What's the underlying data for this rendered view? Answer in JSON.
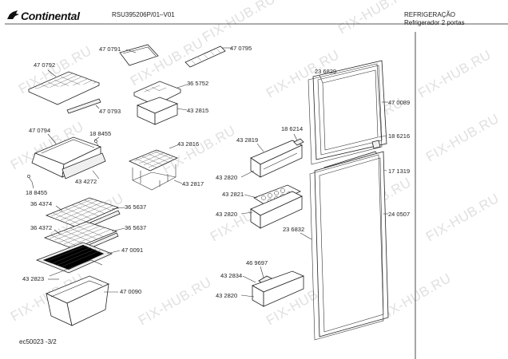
{
  "header": {
    "brand": "Continental",
    "model": "RSU395206P/01–V01",
    "category": "REFRIGERAÇÃO",
    "subtitle": "Refrigerador 2 portas"
  },
  "footer": {
    "code": "ec50023 -3/2"
  },
  "watermark": "FIX-HUB.RU",
  "parts": {
    "p470791": "47 0791",
    "p470795": "47 0795",
    "p470792": "47 0792",
    "p470793": "47 0793",
    "p365752": "36 5752",
    "p432815": "43 2815",
    "p236829": "23 6829",
    "p470089": "47 0089",
    "p470794": "47 0794",
    "p188455a": "18 8455",
    "p188455b": "18 8455",
    "p434272": "43 4272",
    "p432816": "43 2816",
    "p432817": "43 2817",
    "p186214": "18 6214",
    "p432819": "43 2819",
    "p186216": "18 6216",
    "p432820a": "43 2820",
    "p171319": "17 1319",
    "p432821": "43 2821",
    "p364374": "36 4374",
    "p365637a": "36 5637",
    "p432820b": "43 2820",
    "p240507": "24 0507",
    "p364372": "36 4372",
    "p365637b": "36 5637",
    "p236832": "23 6832",
    "p470091": "47 0091",
    "p469697": "46 9697",
    "p432823": "43 2823",
    "p432834": "43 2834",
    "p470090": "47 0090",
    "p432820c": "43 2820"
  }
}
